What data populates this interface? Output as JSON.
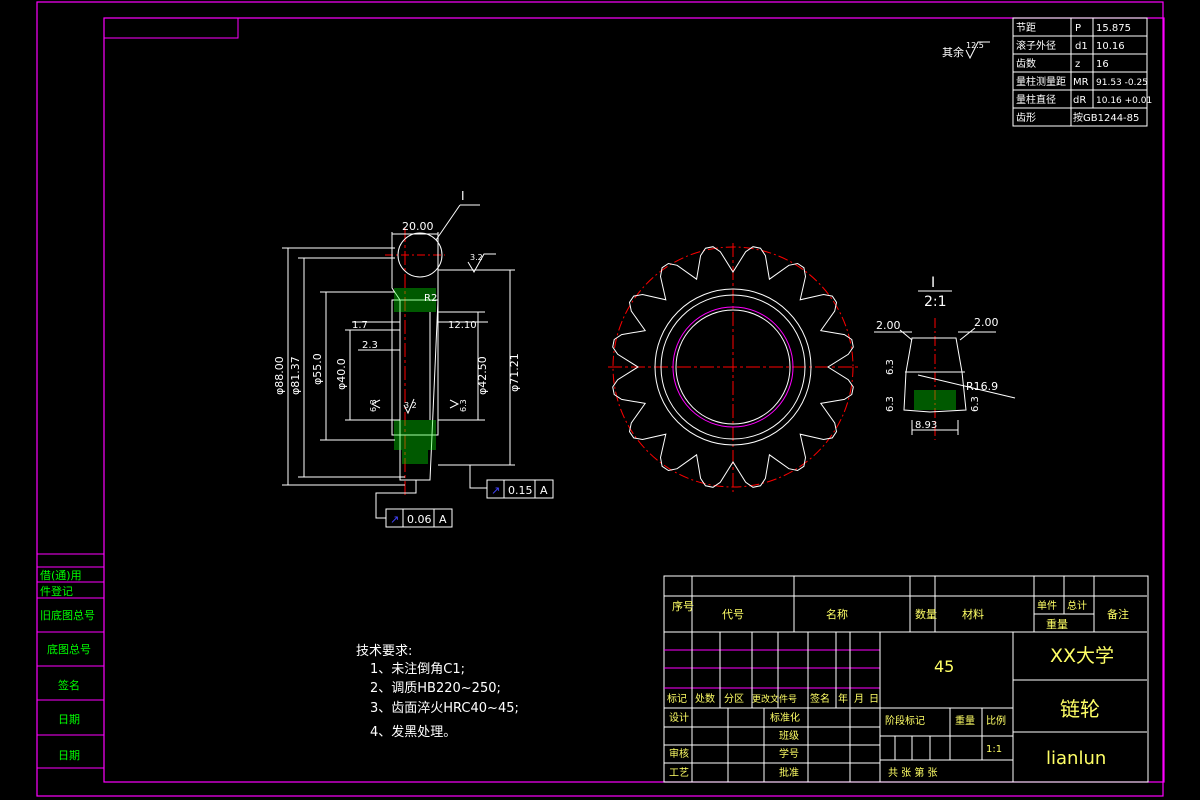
{
  "colors": {
    "background": "#000000",
    "frame": "#ff00ff",
    "title_text": "#00ff00",
    "drawing_lines": "#ffffff",
    "center_lines": "#ff0000",
    "hatch": "#00ff00",
    "dimension_text": "#ffffff"
  },
  "param_table": [
    {
      "label": "节距",
      "symbol": "P",
      "value": "15.875"
    },
    {
      "label": "滚子外径",
      "symbol": "d1",
      "value": "10.16"
    },
    {
      "label": "齿数",
      "symbol": "z",
      "value": "16"
    },
    {
      "label": "量柱测量距",
      "symbol": "MR",
      "value": "91.53 -0.25"
    },
    {
      "label": "量柱直径",
      "symbol": "dR",
      "value": "10.16 +0.01"
    },
    {
      "label": "齿形",
      "symbol": "",
      "value": "按GB1244-85"
    }
  ],
  "roughness_note": {
    "text": "其余",
    "value": "12.5"
  },
  "section_dims": {
    "top_width": "20.00",
    "section_label": "I",
    "dia_88": "φ88.00",
    "dia_8137": "φ81.37",
    "dia_55": "φ55.0",
    "dia_40": "φ40.0",
    "dia_425": "φ42.50",
    "dia_7121": "φ71.21",
    "groove_left": "1.7",
    "groove_right": "12.10",
    "chamfer": "2.3",
    "radius": "R2",
    "rough_top": "3.2",
    "rough_mid": "3.2",
    "rough_left": "6.3",
    "rough_right": "6.3"
  },
  "tolerance_frames": [
    {
      "symbol": "↗",
      "value": "0.15",
      "datum": "A"
    },
    {
      "symbol": "↗",
      "value": "0.06",
      "datum": "A"
    }
  ],
  "detail_view": {
    "label": "I",
    "scale": "2:1",
    "left_dim": "2.00",
    "right_dim": "2.00",
    "radius": "R16.9",
    "rough_1": "6.3",
    "rough_2": "6.3",
    "rough_3": "6.3",
    "bottom_dim": "8.93"
  },
  "tech_requirements": {
    "title": "技术要求:",
    "items": [
      "1、未注倒角C1;",
      "2、调质HB220~250;",
      "3、齿面淬火HRC40~45;",
      "4、发黑处理。"
    ]
  },
  "left_strip": [
    "借(通)用",
    "件登记",
    "旧底图总号",
    "底图总号",
    "签名",
    "日期",
    "日期"
  ],
  "title_block": {
    "bom_headers": [
      "序号",
      "代号",
      "名称",
      "数量",
      "材料",
      "单件",
      "总计",
      "备注",
      "重量"
    ],
    "revision_headers": [
      "标记",
      "处数",
      "分区",
      "更改文件号",
      "签名",
      "年",
      "月",
      "日"
    ],
    "roles": [
      "设计",
      "标准化",
      "审核",
      "工艺",
      "批准"
    ],
    "roles_mid": [
      "班级",
      "学号"
    ],
    "stage_headers": [
      "阶段标记",
      "重量",
      "比例"
    ],
    "scale_value": "1:1",
    "sheet_text": "共 张 第 张",
    "material": "45",
    "school": "XX大学",
    "part_name": "链轮",
    "drawing_code": "lianlun"
  }
}
